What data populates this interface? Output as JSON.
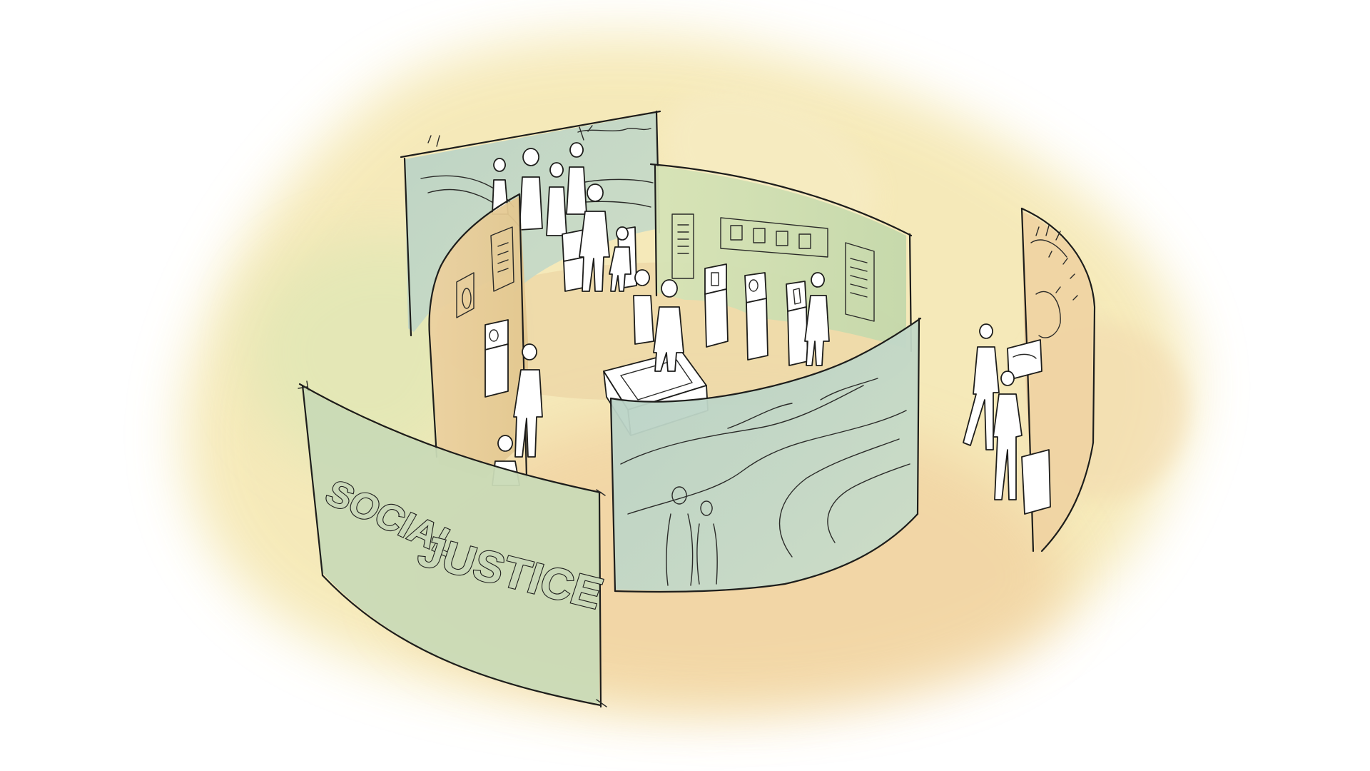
{
  "sign": {
    "word_1": "SOCIAL",
    "word_2": "JUSTICE"
  },
  "colors": {
    "wash_yellow": "#f3e3a6",
    "wash_peach": "#f2d2a4",
    "wash_green": "#dbe6b8",
    "panel_blue_green": "#bcd4c4",
    "panel_green": "#cddcb0",
    "panel_sage": "#c7d9b4",
    "panel_tan": "#e9cc98",
    "floor_tan": "#ead3a3",
    "ink": "#1d1d1b"
  },
  "icons": {
    "scene": "exhibition-concept-sketch",
    "visitors": "person-silhouette",
    "cases": "display-case",
    "panels": "curved-exhibit-wall"
  }
}
